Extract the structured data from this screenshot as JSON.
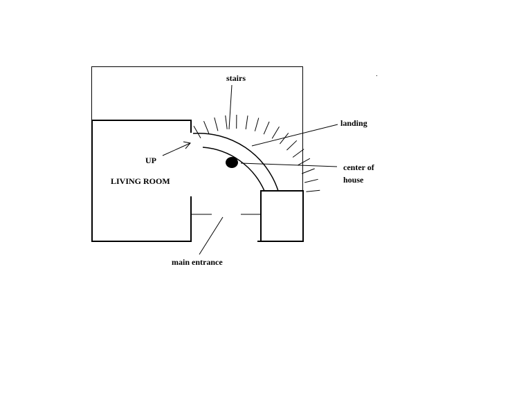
{
  "labels": {
    "stairs": "stairs",
    "landing": "landing",
    "center_line1": "center of",
    "center_line2": "house",
    "up": "UP",
    "living_room": "LIVING ROOM",
    "main_entrance": "main entrance"
  },
  "colors": {
    "ink": "#000000",
    "background": "#ffffff"
  }
}
